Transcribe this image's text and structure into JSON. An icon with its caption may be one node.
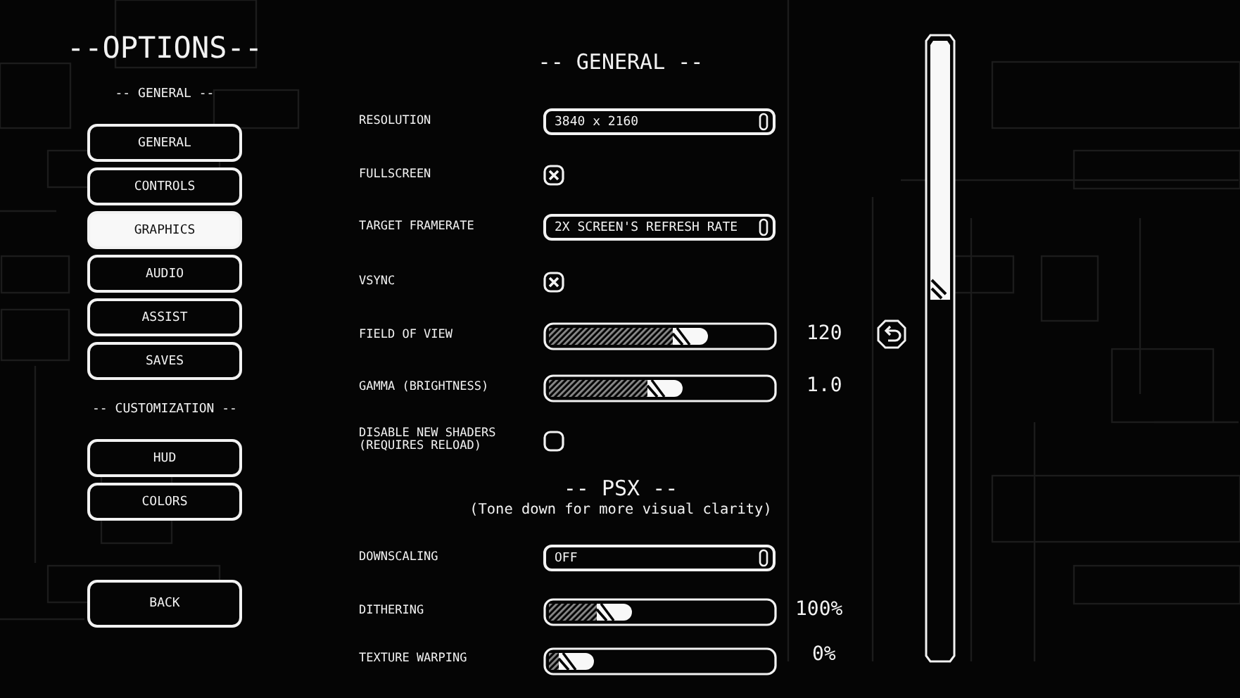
{
  "diagram": {
    "title": "--OPTIONS--",
    "nodes": [
      {
        "text": [
          "GENERAL"
        ]
      },
      {
        "text": [
          "CONTROLS"
        ]
      },
      {
        "text": [
          "GRAPHICS"
        ]
      },
      {
        "text": [
          "AUDIO"
        ]
      },
      {
        "text": [
          "ASSIST"
        ]
      },
      {
        "text": [
          "SAVES"
        ]
      },
      {
        "text": [
          "HUD"
        ]
      },
      {
        "text": [
          "COLORS"
        ]
      },
      {
        "text": [
          "BACK"
        ]
      },
      {
        "text": [
          "3840 x 2160"
        ]
      },
      {
        "text": [
          "2X SCREEN'S REFRESH RATE"
        ]
      },
      {
        "text": [
          "OFF"
        ]
      }
    ],
    "labels": [
      "-- GENERAL --",
      "-- CUSTOMIZATION --",
      "-- GENERAL --",
      "RESOLUTION",
      "FULLSCREEN",
      "TARGET FRAMERATE",
      "VSYNC",
      "FIELD OF VIEW",
      "120",
      "GAMMA (BRIGHTNESS)",
      "1.0",
      "DISABLE NEW SHADERS (REQUIRES RELOAD)",
      "-- PSX --",
      "(Tone down for more visual clarity)",
      "DOWNSCALING",
      "DITHERING",
      "100%",
      "TEXTURE WARPING",
      "0%"
    ]
  }
}
